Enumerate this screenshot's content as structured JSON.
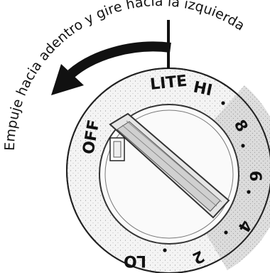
{
  "instruction": "Empuje hacia adentro y gire hacia la izquierda",
  "dial": {
    "labels": {
      "lite": "LITE",
      "hi": "HI",
      "eight": "8",
      "six": "6",
      "four": "4",
      "two": "2",
      "lo": "LO",
      "off": "OFF"
    }
  },
  "colors": {
    "ink": "#111111",
    "dial_fill": "#f3f3f3",
    "shade": "#cfcfcf"
  }
}
